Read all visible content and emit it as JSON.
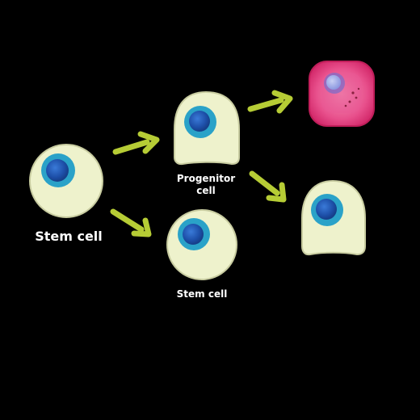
{
  "labels": {
    "stem_left": "Stem cell",
    "stem_bottom": "Stem cell",
    "progenitor_line1": "Progenitor",
    "progenitor_line2": "cell"
  },
  "colors": {
    "background": "#000000",
    "cytoplasm": "#eef2cc",
    "cell_outline": "#c8cca0",
    "nucleus_outer": "#2aa2c8",
    "nucleus_inner": "#1d4fa8",
    "arrow": "#b6cc35",
    "differentiated_outer": "#e0307a",
    "differentiated_inner": "#f080a8",
    "text": "#ffffff"
  },
  "icons": {
    "arrows": [
      "arrow-stem-to-progenitor",
      "arrow-stem-to-stem",
      "arrow-progenitor-to-specialized",
      "arrow-progenitor-to-differentiated"
    ]
  }
}
